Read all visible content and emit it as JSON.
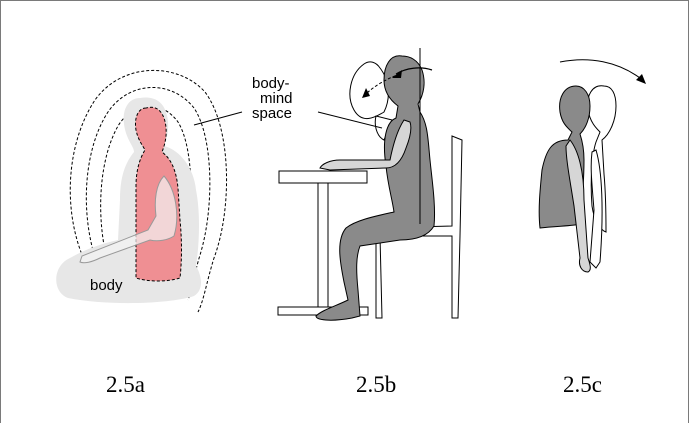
{
  "figure": {
    "labels": {
      "body": "body",
      "body_mind_line1": "body-",
      "body_mind_line2": "mind",
      "body_mind_line3": "space"
    },
    "captions": {
      "a": "2.5a",
      "b": "2.5b",
      "c": "2.5c"
    },
    "colors": {
      "body_fill": "#ef8f93",
      "aura_fill": "#e7e7e7",
      "figure_fill": "#8a8a8a",
      "arm_fill": "#d6d6d6",
      "line": "#000000",
      "frame": "#7a7a7a"
    }
  }
}
